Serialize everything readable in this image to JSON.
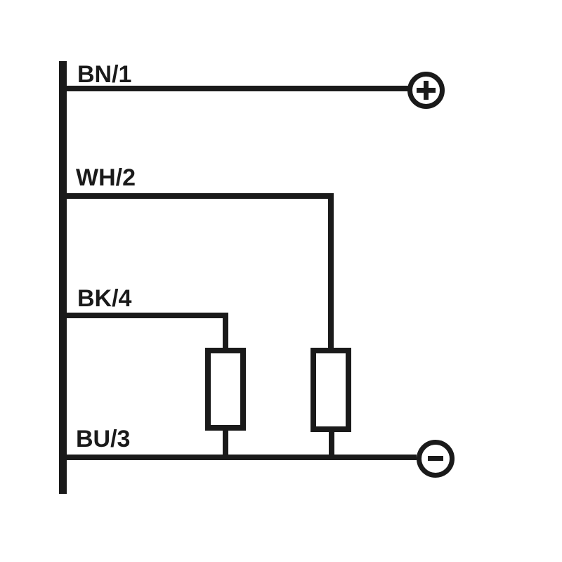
{
  "diagram": {
    "kind": "wiring-diagram",
    "colors": {
      "line": "#1a1a1a",
      "background": "#ffffff"
    },
    "wires": [
      {
        "label": "BN/1",
        "color_code": "BN",
        "pin": "1",
        "connects_to": "positive-terminal"
      },
      {
        "label": "WH/2",
        "color_code": "WH",
        "pin": "2",
        "connects_to": "load-2"
      },
      {
        "label": "BK/4",
        "color_code": "BK",
        "pin": "4",
        "connects_to": "load-1"
      },
      {
        "label": "BU/3",
        "color_code": "BU",
        "pin": "3",
        "connects_to": "negative-terminal"
      }
    ],
    "terminals": {
      "positive_symbol": "+",
      "negative_symbol": "−"
    },
    "loads": {
      "count": 2
    }
  }
}
